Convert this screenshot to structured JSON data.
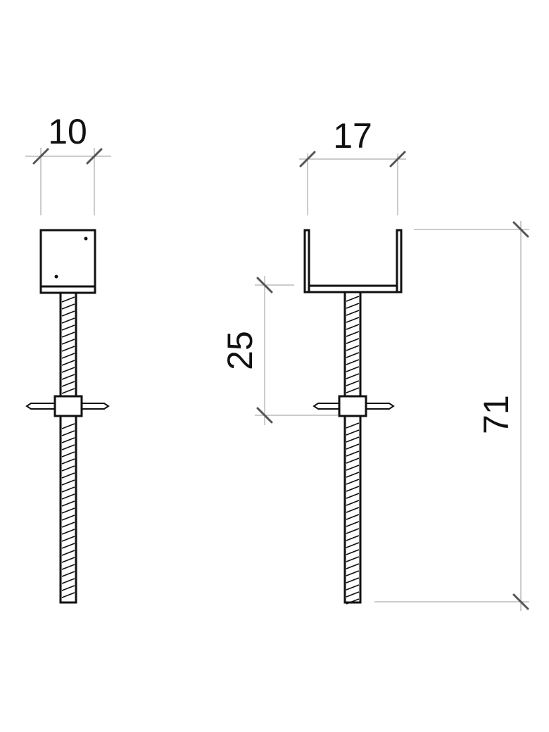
{
  "dimensions": {
    "side_view_width": "10",
    "front_view_width": "17",
    "adjust_range": "25",
    "total_height": "71"
  }
}
